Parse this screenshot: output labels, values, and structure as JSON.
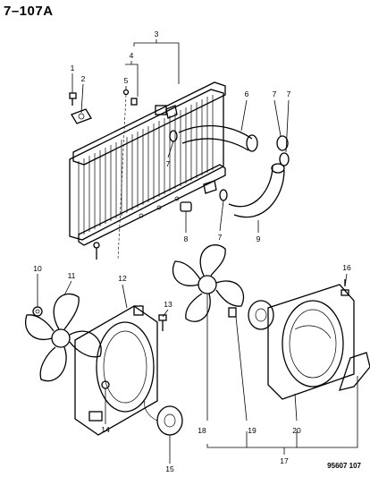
{
  "header": {
    "title": "7–107A"
  },
  "footer": {
    "code": "95607 107"
  },
  "callouts": {
    "c1": "1",
    "c2": "2",
    "c3": "3",
    "c4": "4",
    "c5": "5",
    "c6": "6",
    "c7a": "7",
    "c7b": "7",
    "c7c": "7",
    "c7d": "7",
    "c8": "8",
    "c9": "9",
    "c10": "10",
    "c11": "11",
    "c12": "12",
    "c13": "13",
    "c14": "14",
    "c15": "15",
    "c16": "16",
    "c17": "17",
    "c18": "18",
    "c19": "19",
    "c20": "20"
  }
}
